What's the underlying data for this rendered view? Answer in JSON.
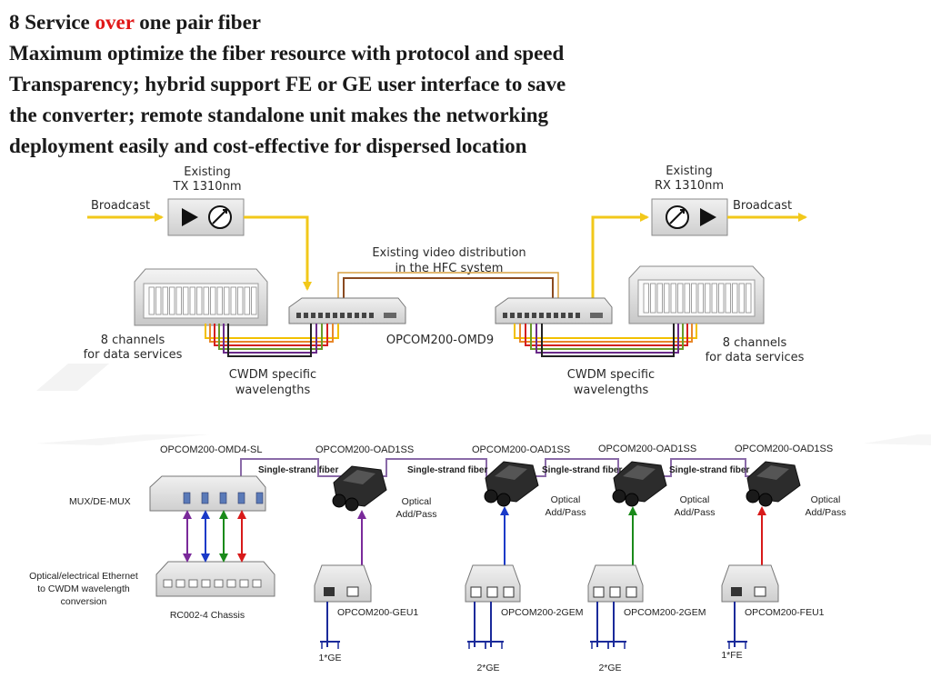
{
  "heading": {
    "line1_pre": "8 Service ",
    "line1_accent": "over",
    "line1_post": " one pair fiber",
    "line2": "Maximum optimize the fiber resource with protocol and speed",
    "line3": "Transparency; hybrid support FE or GE user interface to save",
    "line4": "the converter; remote standalone unit makes the networking",
    "line5": "deployment easily and cost-effective for dispersed location",
    "accent_color": "#e01818"
  },
  "top_diagram": {
    "tx": {
      "title1": "Existing",
      "title2": "TX 1310nm",
      "input": "Broadcast"
    },
    "rx": {
      "title1": "Existing",
      "title2": "RX 1310nm",
      "output": "Broadcast"
    },
    "video_label1": "Existing video distribution",
    "video_label2": "in the HFC system",
    "omd_label": "OPCOM200-OMD9",
    "left_channels1": "8 channels",
    "left_channels2": "for data services",
    "right_channels1": "8 channels",
    "right_channels2": "for data services",
    "left_cwdm1": "CWDM specific",
    "left_cwdm2": "wavelengths",
    "right_cwdm1": "CWDM specific",
    "right_cwdm2": "wavelengths",
    "fiber_colors": [
      "#f2c000",
      "#e8882a",
      "#d42020",
      "#6a9a2a",
      "#6a2a8a",
      "#222222"
    ],
    "broadcast_arrow_color": "#f2c81a",
    "video_fiber_color": "#8a4a20"
  },
  "bottom_diagram": {
    "omd4_label": "OPCOM200-OMD4-SL",
    "mux_label": "MUX/DE-MUX",
    "oad_labels": [
      "OPCOM200-OAD1SS",
      "OPCOM200-OAD1SS",
      "OPCOM200-OAD1SS",
      "OPCOM200-OAD1SS"
    ],
    "fiber_labels": [
      "Single-strand fiber",
      "Single-strand fiber",
      "Single-strand fiber",
      "Single-strand fiber"
    ],
    "optical1": "Optical",
    "optical2": "Add/Pass",
    "ethernet1": "Optical/electrical Ethernet",
    "ethernet2": "to CWDM wavelength",
    "ethernet3": "conversion",
    "chassis_label": "RC002-4 Chassis",
    "units": [
      "OPCOM200-GEU1",
      "OPCOM200-2GEM",
      "OPCOM200-2GEM",
      "OPCOM200-FEU1"
    ],
    "ports": [
      "1*GE",
      "2*GE",
      "2*GE",
      "1*FE"
    ],
    "link_colors": [
      "#7a2a9a",
      "#1a3ac8",
      "#1a8a1a",
      "#d81a1a"
    ],
    "fiber_color": "#8a6aa8"
  }
}
